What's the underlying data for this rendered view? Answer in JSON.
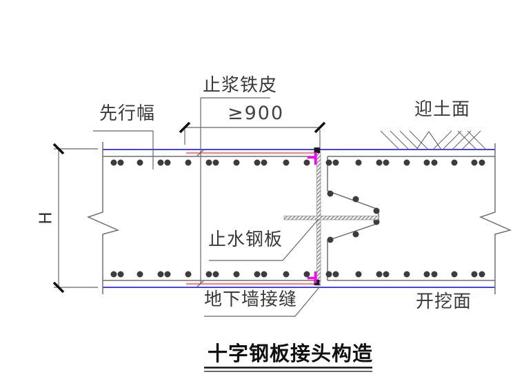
{
  "drawing": {
    "title": "十字钢板接头构造",
    "labels": {
      "grout_stop_sheet": "止浆铁皮",
      "min_width_dimension": "≥900",
      "leading_panel": "先行幅",
      "soil_facing_side": "迎土面",
      "wall_height": "H",
      "water_stop_steel_plate": "止水钢板",
      "underground_wall_joint": "地下墙接缝",
      "excavation_face": "开挖面"
    },
    "colors": {
      "wall_face_line": "#4444ee",
      "grout_stop_line": "#f28b8b",
      "joint_marker": "#ff00ff",
      "linework": "#6f6f6f",
      "rebar_dot": "#3c3c3c",
      "text": "#3a3a3a",
      "title_text": "#101010"
    }
  }
}
